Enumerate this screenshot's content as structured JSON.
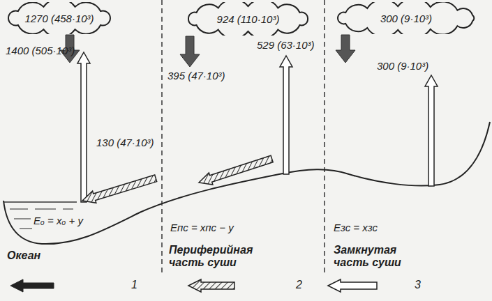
{
  "diagram": {
    "nodes": [
      {
        "text": [
          "1270 (458·10³)"
        ]
      },
      {
        "text": [
          "924 (110·10³)"
        ]
      },
      {
        "text": [
          "300 (9·10³)"
        ]
      }
    ],
    "labels": [
      "1400 (505·10³)",
      "130 (47·10³)",
      "395 (47·10³)",
      "529 (63·10³)",
      "300 (9·10³)",
      "Eₒ = xₒ + y",
      "Eпс = xпс − y",
      "Eзс = xзс",
      "Океан",
      "Периферийная часть суши",
      "Замкнутая часть суши"
    ],
    "legend": [
      {
        "text": "1"
      },
      {
        "text": "2"
      },
      {
        "text": "3"
      }
    ]
  }
}
